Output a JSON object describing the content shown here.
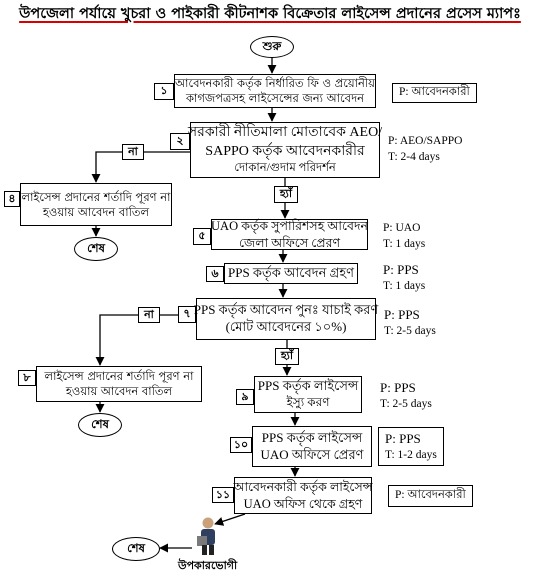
{
  "title": "উপজেলা পর্যায়ে খুচরা ও পাইকারী কীটনাশক বিক্রেতার লাইসেন্স প্রদানের প্রসেস ম্যাপঃ",
  "start": "শুরু",
  "steps": [
    {
      "num": "১",
      "lines": [
        "আবেদনকারী কর্তৃক নির্ধারিত ফি ও প্রয়োনীয়",
        "কাগজপত্রসহ লাইসেন্সের জন্য আবেদন"
      ]
    },
    {
      "num": "২",
      "lines": [
        "সরকারী নীতিমালা মোতাবেক AEO/",
        "SAPPO কর্তৃক আবেদনকারীর",
        "দোকান/গুদাম পরিদর্শন"
      ]
    },
    {
      "num": "৪",
      "lines": [
        "লাইসেন্স প্রদানের শর্তাদি পূরণ না",
        "হওয়ায় আবেদন বাতিল"
      ]
    },
    {
      "num": "৫",
      "lines": [
        "UAO কর্তৃক সুপারিশসহ আবেদন",
        "জেলা অফিসে প্রেরণ"
      ]
    },
    {
      "num": "৬",
      "lines": [
        "PPS কর্তৃক আবেদন গ্রহণ"
      ]
    },
    {
      "num": "৭",
      "lines": [
        "PPS কর্তৃক আবেদন পুনঃ যাচাই করণ",
        "(মোট আবেদনের ১০%)"
      ]
    },
    {
      "num": "৮",
      "lines": [
        "লাইসেন্স প্রদানের শর্তাদি পূরণ না",
        "হওয়ায় আবেদন বাতিল"
      ]
    },
    {
      "num": "৯",
      "lines": [
        "PPS কর্তৃক লাইসেন্স",
        "ইস্যু করণ"
      ]
    },
    {
      "num": "১০",
      "lines": [
        "PPS কর্তৃক লাইসেন্স",
        "UAO অফিসে প্রেরণ"
      ]
    },
    {
      "num": "১১",
      "lines": [
        "আবেদনকারী কর্তৃক লাইসেন্স",
        "UAO অফিস থেকে গ্রহণ"
      ]
    }
  ],
  "notes": {
    "n1": [
      "P: আবেদনকারী"
    ],
    "n2": [
      "P: AEO/SAPPO",
      "T: 2-4 days"
    ],
    "n5": [
      "P: UAO",
      "T: 1 days"
    ],
    "n6": [
      "P: PPS",
      "T: 1 days"
    ],
    "n7": [
      "P: PPS",
      "T: 2-5 days"
    ],
    "n9": [
      "P: PPS",
      "T: 2-5 days"
    ],
    "n10": [
      "P: PPS",
      "T: 1-2 days"
    ],
    "n11": [
      "P: আবেদনকারী"
    ]
  },
  "labels": {
    "no": "না",
    "yes": "হ্যাঁ"
  },
  "end": "শেষ",
  "beneficiary": "উপকারভোগী"
}
